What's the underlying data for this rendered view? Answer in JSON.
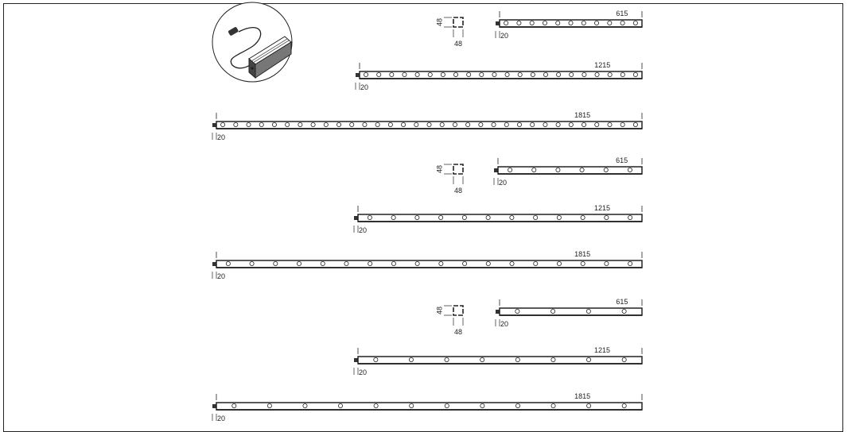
{
  "product_image": {
    "icon": "led-linear-bar-with-connector-icon"
  },
  "groups": [
    {
      "profile": {
        "height_label": "48",
        "width_label": "48"
      },
      "bars": [
        {
          "length_label": "615",
          "offset_label": "20",
          "leds": 11
        },
        {
          "length_label": "1215",
          "offset_label": "20",
          "leds": 22
        },
        {
          "length_label": "1815",
          "offset_label": "20",
          "leds": 33
        }
      ]
    },
    {
      "profile": {
        "height_label": "48",
        "width_label": "48"
      },
      "bars": [
        {
          "length_label": "615",
          "offset_label": "20",
          "leds": 6
        },
        {
          "length_label": "1215",
          "offset_label": "20",
          "leds": 12
        },
        {
          "length_label": "1815",
          "offset_label": "20",
          "leds": 18
        }
      ]
    },
    {
      "profile": {
        "height_label": "48",
        "width_label": "48"
      },
      "bars": [
        {
          "length_label": "615",
          "offset_label": "20",
          "leds": 4
        },
        {
          "length_label": "1215",
          "offset_label": "20",
          "leds": 8
        },
        {
          "length_label": "1815",
          "offset_label": "20",
          "leds": 12
        }
      ]
    }
  ]
}
